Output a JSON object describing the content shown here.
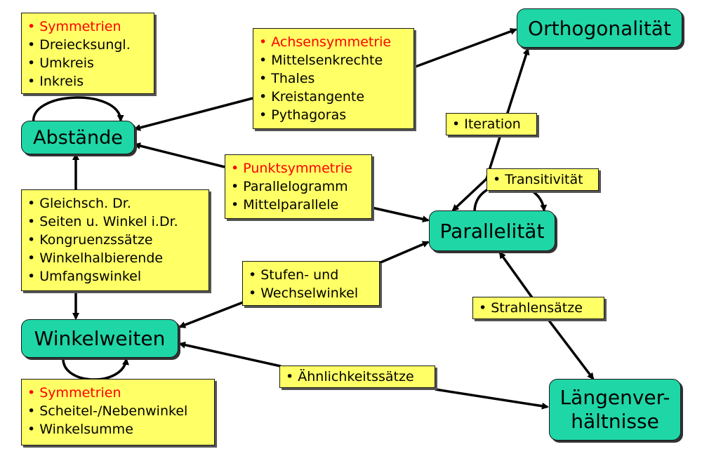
{
  "colors": {
    "node_fill": "#1fd6a6",
    "box_fill": "#ffff66",
    "highlight_text": "#ff0000"
  },
  "nodes": {
    "abstaende": "Abstände",
    "orthogonalitaet": "Orthogonalität",
    "parallelitaet": "Parallelität",
    "winkelweiten": "Winkelweiten",
    "laengenverhaeltnisse_1": "Längenver-",
    "laengenverhaeltnisse_2": "hältnisse"
  },
  "boxes": {
    "abstaende_self": [
      "Symmetrien",
      "Dreiecksungl.",
      "Umkreis",
      "Inkreis"
    ],
    "abstaende_orthogonal": [
      "Achsensymmetrie",
      "Mittelsenkrechte",
      "Thales",
      "Kreistangente",
      "Pythagoras"
    ],
    "iteration": [
      "Iteration"
    ],
    "transitivitaet": [
      "Transitivität"
    ],
    "abstaende_parallel": [
      "Punktsymmetrie",
      "Parallelogramm",
      "Mittelparallele"
    ],
    "abstaende_winkel": [
      "Gleichsch. Dr.",
      "Seiten u. Winkel i.Dr.",
      "Kongruenzssätze",
      "Winkelhalbierende",
      "Umfangswinkel"
    ],
    "winkel_parallel": [
      "Stufen- und",
      "Wechselwinkel"
    ],
    "strahlensaetze": [
      "Strahlensätze"
    ],
    "aehnlichkeit": [
      "Ähnlichkeitssätze"
    ],
    "winkel_self": [
      "Symmetrien",
      "Scheitel-/Nebenwinkel",
      "Winkelsumme"
    ]
  }
}
